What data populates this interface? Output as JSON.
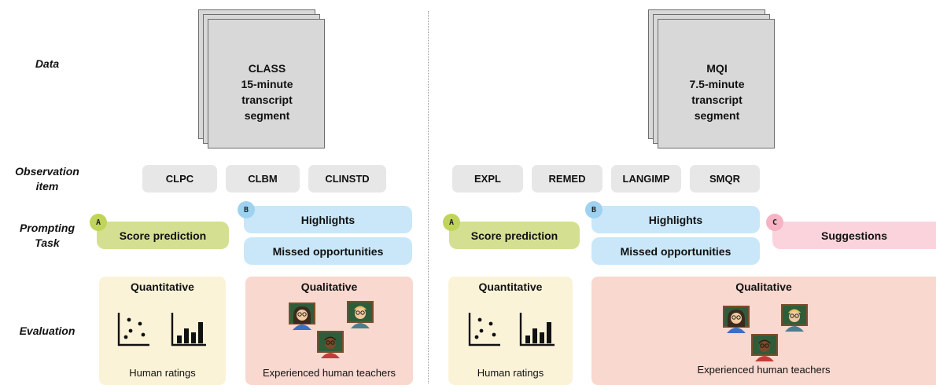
{
  "row_labels": {
    "data": "Data",
    "observation_item": "Observation\nitem",
    "prompting_task": "Prompting\nTask",
    "evaluation": "Evaluation"
  },
  "left": {
    "transcript": [
      "CLASS",
      "15-minute",
      "transcript",
      "segment"
    ],
    "items": [
      "CLPC",
      "CLBM",
      "CLINSTD"
    ],
    "tasks": {
      "a_badge": "A",
      "score_prediction": "Score prediction",
      "b_badge": "B",
      "highlights": "Highlights",
      "missed_opportunities": "Missed opportunities"
    },
    "evaluation": {
      "quantitative_title": "Quantitative",
      "quantitative_caption": "Human ratings",
      "qualitative_title": "Qualitative",
      "qualitative_caption": "Experienced human teachers"
    }
  },
  "right": {
    "transcript": [
      "MQI",
      "7.5-minute",
      "transcript",
      "segment"
    ],
    "items": [
      "EXPL",
      "REMED",
      "LANGIMP",
      "SMQR"
    ],
    "tasks": {
      "a_badge": "A",
      "score_prediction": "Score prediction",
      "b_badge": "B",
      "highlights": "Highlights",
      "missed_opportunities": "Missed opportunities",
      "c_badge": "C",
      "suggestions": "Suggestions"
    },
    "evaluation": {
      "quantitative_title": "Quantitative",
      "quantitative_caption": "Human ratings",
      "qualitative_title": "Qualitative",
      "qualitative_caption": "Experienced human teachers"
    }
  },
  "icons": {
    "scatter": "scatter-plot-icon",
    "bars": "bar-chart-icon",
    "teachers": "teacher-icon"
  },
  "colors": {
    "score_prediction": "#d4df91",
    "highlights": "#c9e7f8",
    "suggestions": "#fbd3dc",
    "quantitative": "#fbf3d8",
    "qualitative": "#f8d8cf"
  }
}
